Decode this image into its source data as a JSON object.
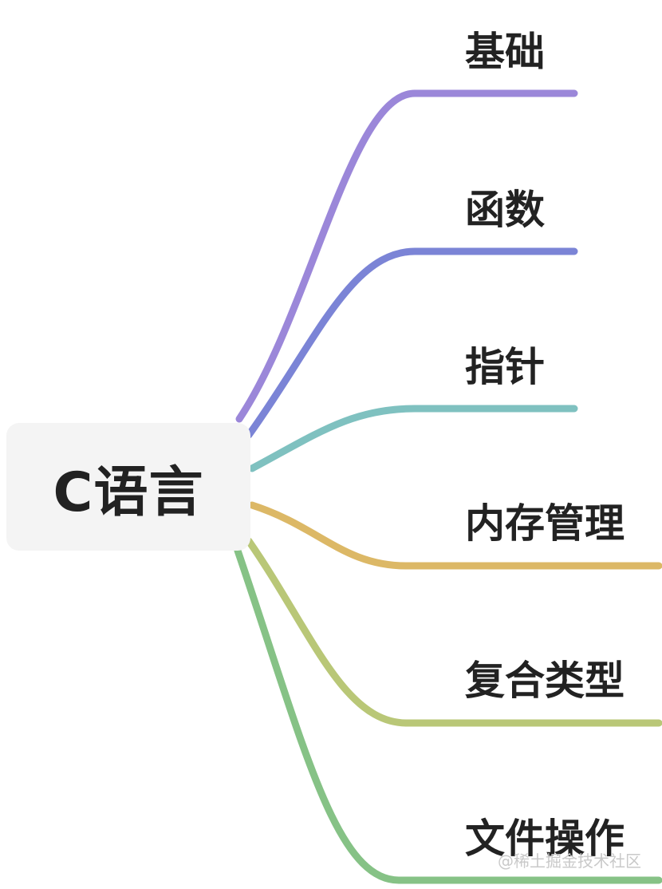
{
  "root": {
    "label": "C语言"
  },
  "branches": [
    {
      "label": "基础",
      "color": "#9b87d9"
    },
    {
      "label": "函数",
      "color": "#7b84d6"
    },
    {
      "label": "指针",
      "color": "#7fc1c0"
    },
    {
      "label": "内存管理",
      "color": "#dcb866"
    },
    {
      "label": "复合类型",
      "color": "#b9c777"
    },
    {
      "label": "文件操作",
      "color": "#86c286"
    }
  ],
  "watermark": "@稀土掘金技术社区"
}
